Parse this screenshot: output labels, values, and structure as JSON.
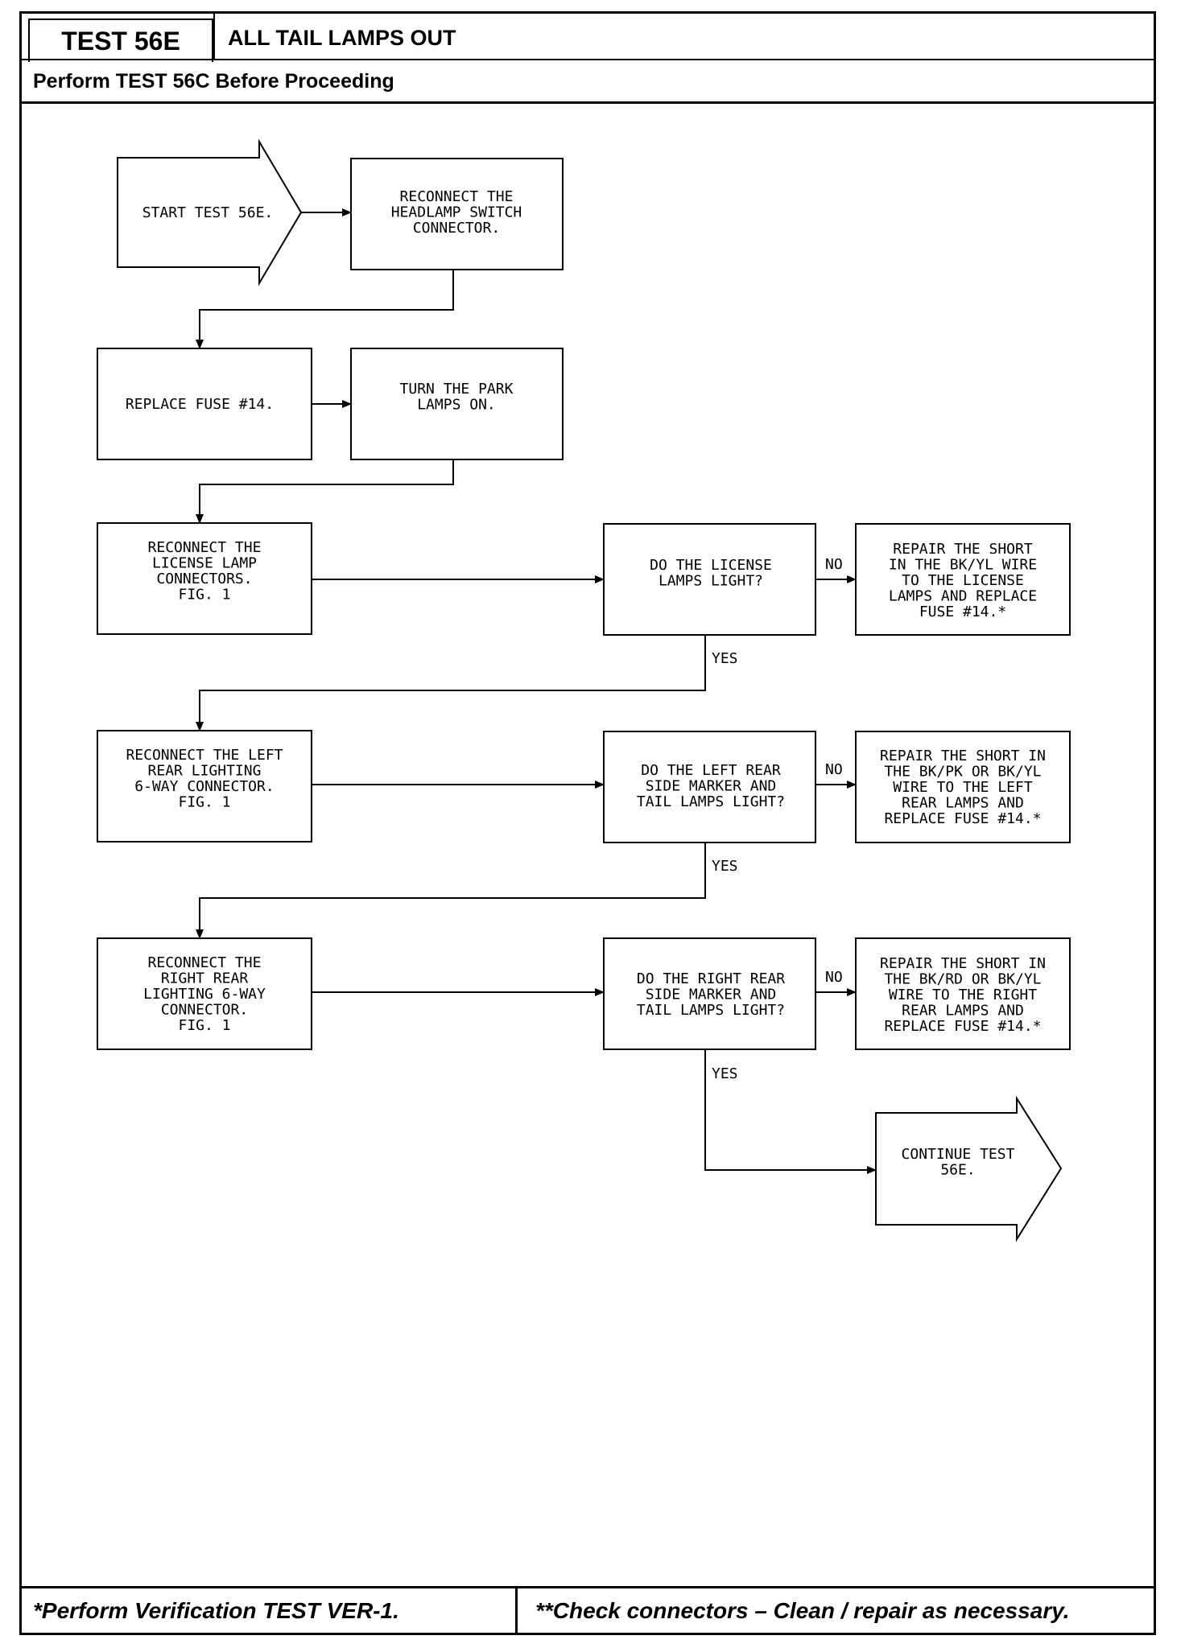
{
  "header": {
    "test_id": "TEST 56E",
    "title": "ALL TAIL LAMPS OUT",
    "prerequisite": "Perform TEST 56C Before Proceeding"
  },
  "footer": {
    "left_note": "*Perform Verification TEST VER-1.",
    "right_note": "**Check connectors – Clean / repair as necessary."
  },
  "flowchart": {
    "start": [
      "START TEST 56E."
    ],
    "step_reconnect_headlamp": [
      "RECONNECT THE",
      "HEADLAMP SWITCH",
      "CONNECTOR."
    ],
    "step_replace_fuse": [
      "REPLACE FUSE #14."
    ],
    "step_park_lamps": [
      "TURN THE PARK",
      "LAMPS ON."
    ],
    "step_license_connectors": [
      "RECONNECT THE",
      "LICENSE LAMP",
      "CONNECTORS.",
      "FIG. 1"
    ],
    "q_license": [
      "DO THE LICENSE",
      "LAMPS LIGHT?"
    ],
    "fix_license": [
      "REPAIR THE SHORT",
      "IN THE BK/YL WIRE",
      "TO THE LICENSE",
      "LAMPS AND REPLACE",
      "FUSE #14.*"
    ],
    "step_left_rear": [
      "RECONNECT THE LEFT",
      "REAR LIGHTING",
      "6-WAY CONNECTOR.",
      "FIG. 1"
    ],
    "q_left_rear": [
      "DO THE LEFT REAR",
      "SIDE MARKER AND",
      "TAIL LAMPS LIGHT?"
    ],
    "fix_left_rear": [
      "REPAIR THE SHORT IN",
      "THE BK/PK OR BK/YL",
      "WIRE TO THE LEFT",
      "REAR LAMPS AND",
      "REPLACE FUSE #14.*"
    ],
    "step_right_rear": [
      "RECONNECT THE",
      "RIGHT REAR",
      "LIGHTING 6-WAY",
      "CONNECTOR.",
      "FIG. 1"
    ],
    "q_right_rear": [
      "DO THE RIGHT REAR",
      "SIDE MARKER AND",
      "TAIL LAMPS LIGHT?"
    ],
    "fix_right_rear": [
      "REPAIR THE SHORT IN",
      "THE BK/RD OR BK/YL",
      "WIRE TO THE RIGHT",
      "REAR LAMPS AND",
      "REPLACE FUSE #14.*"
    ],
    "continue": [
      "CONTINUE TEST",
      "56E."
    ],
    "label_no": "NO",
    "label_yes": "YES"
  }
}
